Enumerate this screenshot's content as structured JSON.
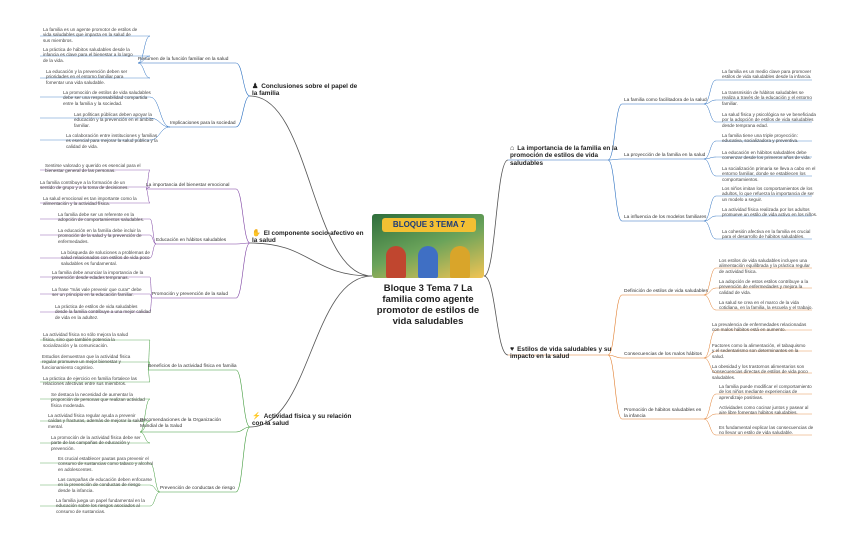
{
  "central": {
    "title": "Bloque 3 Tema 7 La familia como agente promotor de estilos de vida saludables",
    "image_banner": "BLOQUE 3 TEMA 7"
  },
  "colors": {
    "blue": "#2a6fc0",
    "purple": "#7a3ea0",
    "green": "#3f9a3a",
    "orange": "#e07b2a",
    "central_line": "#555555"
  },
  "left_branches": [
    {
      "label": "Conclusiones sobre el papel de la familia",
      "icon": "family-icon",
      "subs": [
        {
          "label": "Resumen de la función familiar en la salud",
          "leaves": [
            "La familia es un agente promotor de estilos de vida saludables que impacta en la salud de sus miembros.",
            "La práctica de hábitos saludables desde la infancia es clave para el bienestar a lo largo de la vida.",
            "La educación y la prevención deben ser prioridades en el entorno familiar para fomentar una vida saludable."
          ]
        },
        {
          "label": "Implicaciones para la sociedad",
          "leaves": [
            "La promoción de estilos de vida saludables debe ser una responsabilidad compartida entre la familia y la sociedad.",
            "Las políticas públicas deben apoyar la educación y la prevención en el ámbito familiar.",
            "La colaboración entre instituciones y familias es esencial para mejorar la salud pública y la calidad de vida."
          ]
        }
      ]
    },
    {
      "label": "El componente socio-afectivo en la salud",
      "icon": "hands-icon",
      "subs": [
        {
          "label": "La importancia del bienestar emocional",
          "leaves": [
            "Sentirse valorado y querido es esencial para el bienestar general de las personas.",
            "La familia contribuye a la formación de un sentido de grupo y a la toma de decisiones.",
            "La salud emocional es tan importante como la alimentación y la actividad física."
          ]
        },
        {
          "label": "Educación en hábitos saludables",
          "leaves": [
            "La familia debe ser un referente en la adopción de comportamientos saludables.",
            "La educación en la familia debe incluir la promoción de la salud y la prevención de enfermedades.",
            "La búsqueda de soluciones a problemas de salud relacionados con estilos de vida poco saludables es fundamental."
          ]
        },
        {
          "label": "Promoción y prevención de la salud",
          "leaves": [
            "La familia debe anunciar la importancia de la prevención desde edades tempranas.",
            "La frase \"más vale prevenir que curar\" debe ser un principio en la educación familiar.",
            "La práctica de estilos de vida saludables desde la familia contribuye a una mejor calidad de vida en la adultez."
          ]
        }
      ]
    },
    {
      "label": "Actividad física y su relación con la salud",
      "icon": "runner-icon",
      "subs": [
        {
          "label": "Beneficios de la actividad física en familia",
          "leaves": [
            "La actividad física no sólo mejora la salud física, sino que también potencia la socialización y la comunicación.",
            "Estudios demuestran que la actividad física regular promueve un mejor bienestar y funcionamiento cognitivo.",
            "La práctica de ejercicio en familia fortalece las relaciones afectivas entre sus miembros."
          ]
        },
        {
          "label": "Recomendaciones de la Organización Mundial de la Salud",
          "leaves": [
            "Se destaca la necesidad de aumentar la proporción de personas que realizan actividad física moderada.",
            "La actividad física regular ayuda a prevenir caídas y fracturas, además de mejorar la salud mental.",
            "La promoción de la actividad física debe ser parte de las campañas de educación y prevención."
          ]
        },
        {
          "label": "Prevención de conductas de riesgo",
          "leaves": [
            "Es crucial establecer pautas para prevenir el consumo de sustancias como tabaco y alcohol en adolescentes.",
            "Las campañas de educación deben enfocarse en la prevención de conductas de riesgo desde la infancia.",
            "La familia juega un papel fundamental en la educación sobre los riesgos asociados al consumo de sustancias."
          ]
        }
      ]
    }
  ],
  "right_branches": [
    {
      "label": "La importancia de la familia en la promoción de estilos de vida saludables",
      "icon": "home-icon",
      "subs": [
        {
          "label": "La familia como facilitadora de la salud",
          "leaves": [
            "La familia es un medio clave para promover estilos de vida saludables desde la infancia.",
            "La transmisión de hábitos saludables se realiza a través de la educación y el entorno familiar.",
            "La salud física y psicológica se ve beneficiada por la adopción de estilos de vida saludables desde temprana edad."
          ]
        },
        {
          "label": "La proyección de la familia en la salud",
          "leaves": [
            "La familia tiene una triple proyección: educativa, socializadora y preventiva.",
            "La educación en hábitos saludables debe comenzar desde los primeros años de vida.",
            "La socialización primaria se lleva a cabo en el entorno familiar, donde se establecen los comportamientos."
          ]
        },
        {
          "label": "La influencia de los modelos familiares",
          "leaves": [
            "Los niños imitan los comportamientos de los adultos, lo que refuerza la importancia de ser un modelo a seguir.",
            "La actividad física realizada por los adultos promueve un estilo de vida activo en los niños.",
            "La cohesión afectiva en la familia es crucial para el desarrollo de hábitos saludables."
          ]
        }
      ]
    },
    {
      "label": "Estilos de vida saludables y su impacto en la salud",
      "icon": "heart-icon",
      "subs": [
        {
          "label": "Definición de estilos de vida saludables",
          "leaves": [
            "Los estilos de vida saludables incluyen una alimentación equilibrada y la práctica regular de actividad física.",
            "La adopción de estos estilos contribuye a la prevención de enfermedades y mejora la calidad de vida.",
            "La salud se crea en el marco de la vida cotidiana, en la familia, la escuela y el trabajo."
          ]
        },
        {
          "label": "Consecuencias de los malos hábitos",
          "leaves": [
            "La prevalencia de enfermedades relacionadas con malos hábitos está en aumento.",
            "Factores como la alimentación, el tabaquismo y el sedentarismo son determinantes en la salud.",
            "La obesidad y los trastornos alimentarios son consecuencias directas de estilos de vida poco saludables."
          ]
        },
        {
          "label": "Promoción de hábitos saludables en la infancia",
          "leaves": [
            "La familia puede modificar el comportamiento de los niños mediante experiencias de aprendizaje positivas.",
            "Actividades como cocinar juntos y pasear al aire libre fomentan hábitos saludables.",
            "Es fundamental explicar las consecuencias de no llevar un estilo de vida saludable."
          ]
        }
      ]
    }
  ]
}
